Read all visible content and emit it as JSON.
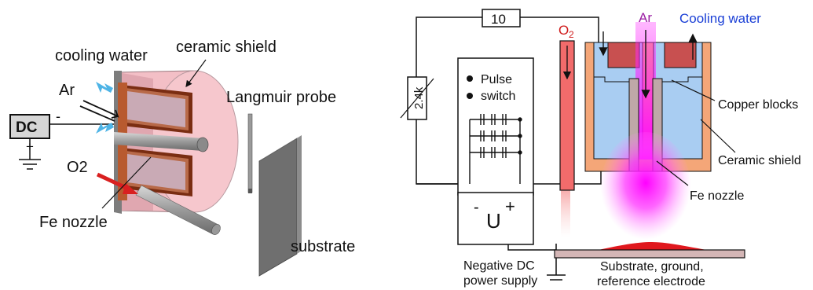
{
  "left_diagram": {
    "dc_label": "DC",
    "minus_sign": "-",
    "plus_sign": "+",
    "cooling_water": "cooling water",
    "ceramic_shield": "ceramic shield",
    "ar": "Ar",
    "o2": "O2",
    "fe_nozzle": "Fe nozzle",
    "langmuir_probe": "Langmuir probe",
    "substrate": "substrate"
  },
  "right_diagram": {
    "resistor_top": "10",
    "resistor_side": "2.4k",
    "pulse_switch_line1": "Pulse",
    "pulse_switch_line2": "switch",
    "o2_main": "O",
    "o2_sub": "2",
    "ar": "Ar",
    "cooling_water": "Cooling water",
    "copper_blocks": "Copper blocks",
    "ceramic_shield": "Ceramic shield",
    "fe_nozzle": "Fe nozzle",
    "supply_minus": "-",
    "supply_u": "U",
    "supply_plus": "+",
    "negative_dc_line1": "Negative DC",
    "negative_dc_line2": "power supply",
    "substrate_line1": "Substrate, ground,",
    "substrate_line2": "reference electrode"
  },
  "colors": {
    "argon_label": "#9b1fa3",
    "cooling_label": "#1a3fd6",
    "plasma": "#ff00ff",
    "copper": "#c85050",
    "ceramic": "#f4a678",
    "water": "#a9cdf2",
    "o2_tube": "#f26b6b"
  }
}
